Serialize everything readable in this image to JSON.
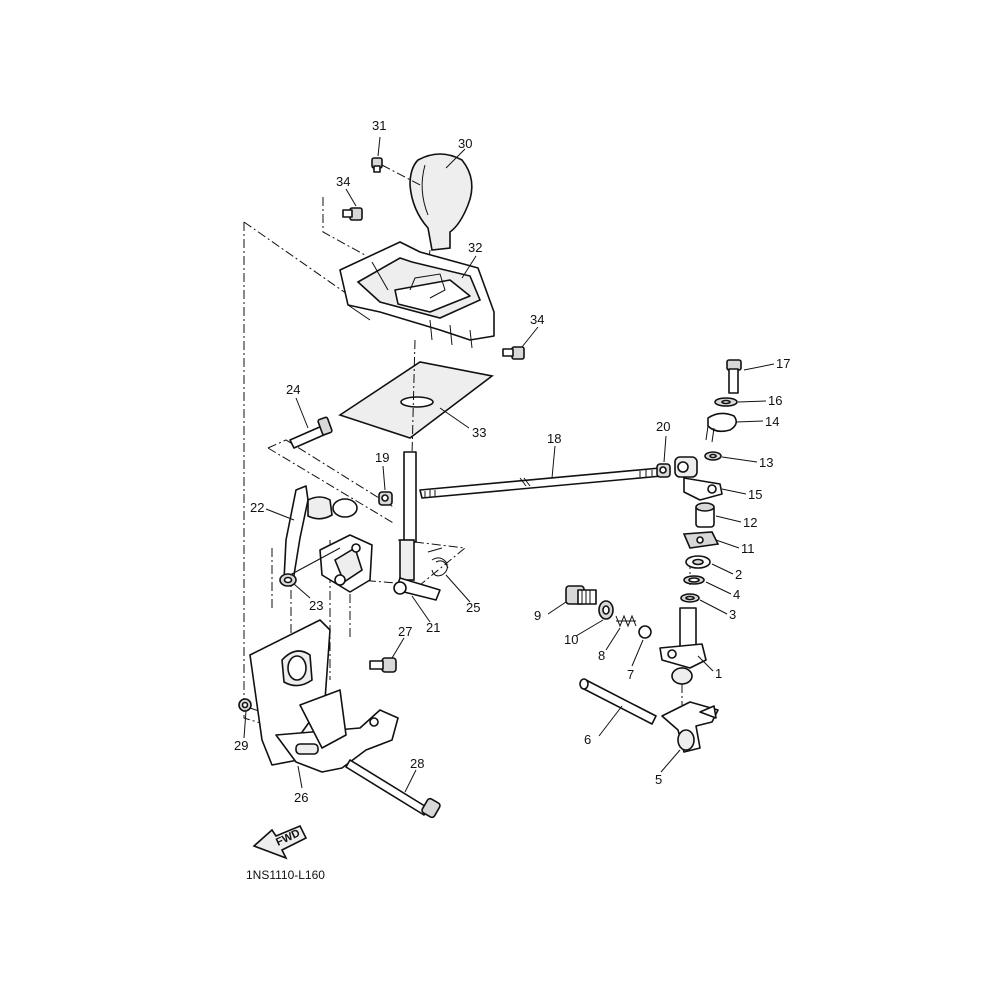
{
  "drawing_code": "1NS1110-L160",
  "fwd_arrow": {
    "text": "FWD",
    "icon": "fwd-arrow-icon"
  },
  "callouts": [
    {
      "id": "c1",
      "text": "1"
    },
    {
      "id": "c2",
      "text": "2"
    },
    {
      "id": "c3",
      "text": "3"
    },
    {
      "id": "c4",
      "text": "4"
    },
    {
      "id": "c5",
      "text": "5"
    },
    {
      "id": "c6",
      "text": "6"
    },
    {
      "id": "c7",
      "text": "7"
    },
    {
      "id": "c8",
      "text": "8"
    },
    {
      "id": "c9",
      "text": "9"
    },
    {
      "id": "c10",
      "text": "10"
    },
    {
      "id": "c11",
      "text": "11"
    },
    {
      "id": "c12",
      "text": "12"
    },
    {
      "id": "c13",
      "text": "13"
    },
    {
      "id": "c14",
      "text": "14"
    },
    {
      "id": "c15",
      "text": "15"
    },
    {
      "id": "c16",
      "text": "16"
    },
    {
      "id": "c17",
      "text": "17"
    },
    {
      "id": "c18",
      "text": "18"
    },
    {
      "id": "c19",
      "text": "19"
    },
    {
      "id": "c20",
      "text": "20"
    },
    {
      "id": "c21",
      "text": "21"
    },
    {
      "id": "c22",
      "text": "22"
    },
    {
      "id": "c23",
      "text": "23"
    },
    {
      "id": "c24",
      "text": "24"
    },
    {
      "id": "c25",
      "text": "25"
    },
    {
      "id": "c26",
      "text": "26"
    },
    {
      "id": "c27",
      "text": "27"
    },
    {
      "id": "c28",
      "text": "28"
    },
    {
      "id": "c29",
      "text": "29"
    },
    {
      "id": "c30",
      "text": "30"
    },
    {
      "id": "c31",
      "text": "31"
    },
    {
      "id": "c32",
      "text": "32"
    },
    {
      "id": "c33",
      "text": "33"
    },
    {
      "id": "c34a",
      "text": "34"
    },
    {
      "id": "c34b",
      "text": "34"
    }
  ]
}
